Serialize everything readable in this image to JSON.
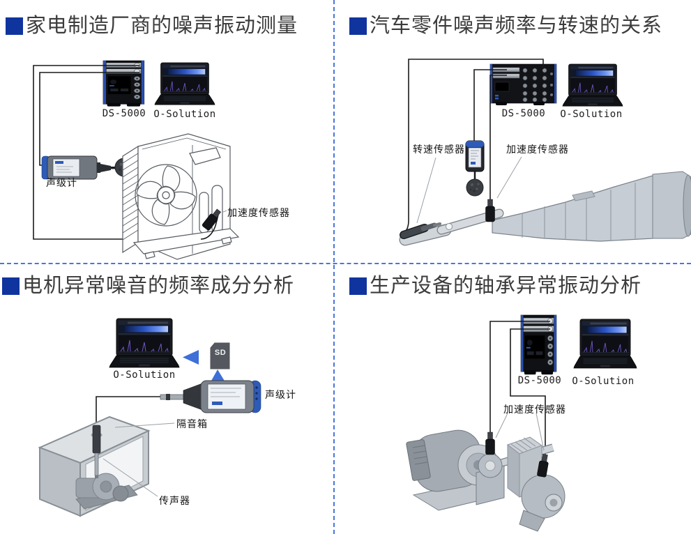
{
  "page": {
    "background": "#ffffff",
    "colors": {
      "divider_blue": "#4a74dd",
      "title_square_blue": "#10349e",
      "arrow_blue": "#3f6fd8",
      "device_accent_blue": "#2d5bb8",
      "cable_black": "#1a1a1a",
      "machine_gray": "#c7cdd4"
    }
  },
  "quadrants": {
    "q1": {
      "title": "家电制造厂商的噪声振动测量",
      "labels": {
        "analyzer": "DS-5000",
        "software": "O-Solution",
        "sound_level_meter": "声级计",
        "accelerometer": "加速度传感器"
      }
    },
    "q2": {
      "title": "汽车零件噪声频率与转速的关系",
      "labels": {
        "analyzer": "DS-5000",
        "software": "O-Solution",
        "tacho_sensor": "转速传感器",
        "accelerometer": "加速度传感器"
      }
    },
    "q3": {
      "title": "电机异常噪音的频率成分分析",
      "labels": {
        "software": "O-Solution",
        "sd_card": "SD",
        "sound_level_meter": "声级计",
        "soundproof_box": "隔音箱",
        "microphone": "传声器"
      }
    },
    "q4": {
      "title": "生产设备的轴承异常振动分析",
      "labels": {
        "analyzer": "DS-5000",
        "software": "O-Solution",
        "accelerometer": "加速度传感器"
      }
    }
  }
}
